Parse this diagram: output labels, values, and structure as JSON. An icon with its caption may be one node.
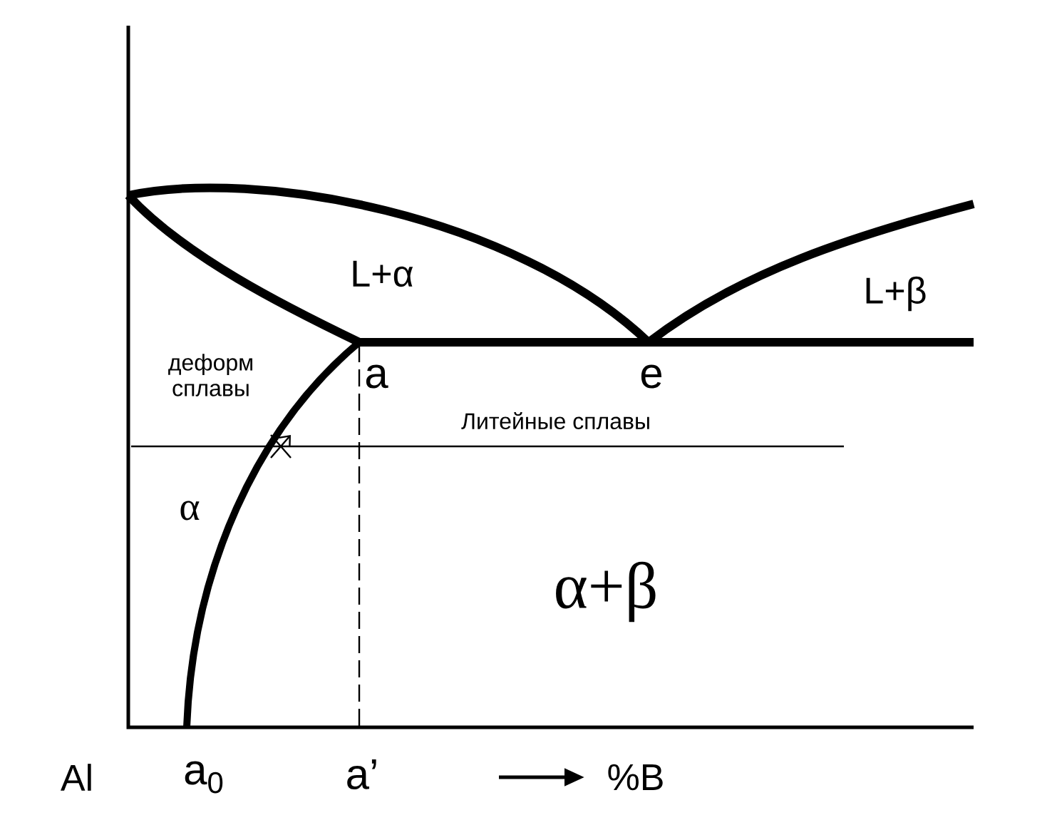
{
  "diagram": {
    "labels": [
      "L+α",
      "L+β",
      "деформ сплавы",
      "a",
      "e",
      "Литейные сплавы",
      "α",
      "α+β",
      "Al",
      "a$_{0}$",
      "a’",
      "%B"
    ]
  }
}
